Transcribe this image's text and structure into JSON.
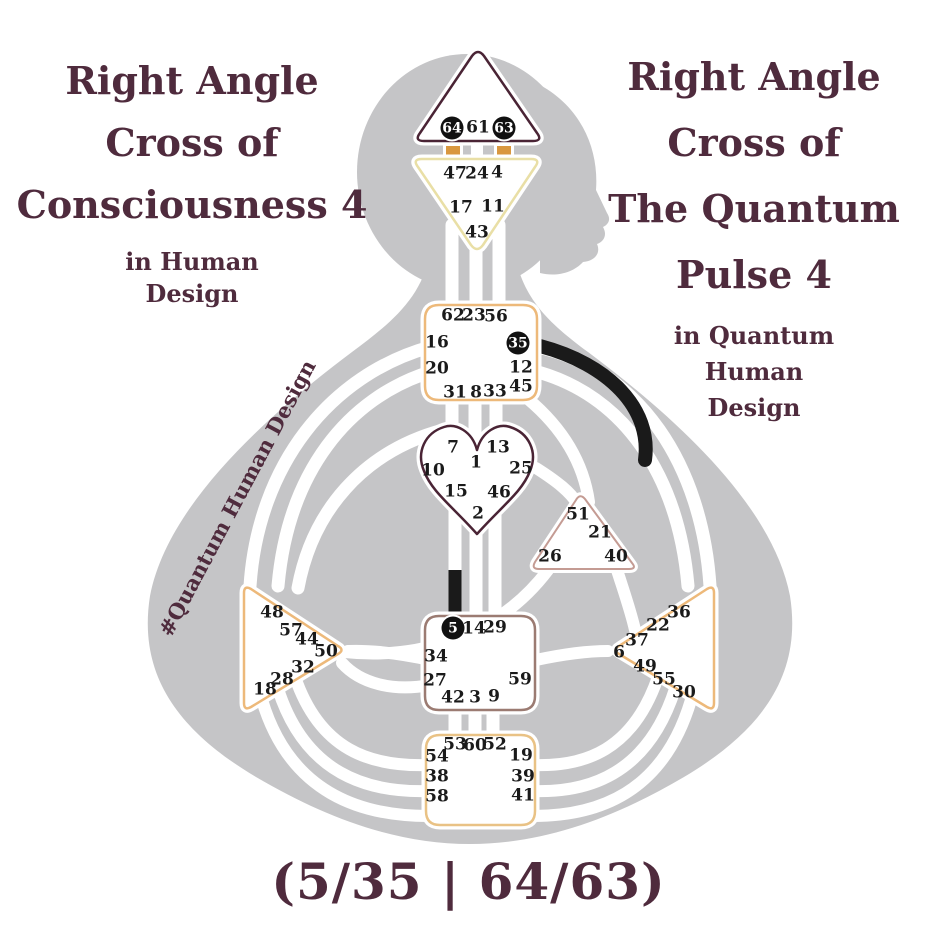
{
  "titles": {
    "left": {
      "main": [
        "Right Angle",
        "Cross of",
        "Consciousness 4"
      ],
      "sub": [
        "in Human",
        "Design"
      ]
    },
    "right": {
      "main": [
        "Right Angle",
        "Cross of",
        "The Quantum",
        "Pulse 4"
      ],
      "sub": [
        "in Quantum",
        "Human",
        "Design"
      ]
    }
  },
  "watermark": "#Quantum Human Design",
  "cross_notation": "(5/35 | 64/63)",
  "colors": {
    "title_text": "#4f2b3d",
    "body_silhouette_gray": "#c5c5c7",
    "channel_white": "#ffffff",
    "activation_black": "#1a1a1a",
    "design_gate_orange": "#d9973f",
    "head_border": "#4a2435",
    "ajna_border": "#e9dfa6",
    "throat_border": "#edb97a",
    "g_center_border": "#4a2435",
    "will_border": "#c49b93",
    "spleen_border": "#edb97a",
    "solar_plexus_border": "#edb97a",
    "sacral_border": "#9b7b72",
    "root_border": "#e9c285",
    "gate_text": "#1a1a1a",
    "gate_circle_fill": "#111111",
    "gate_circle_text": "#ffffff"
  },
  "activations": {
    "circled_gates": [
      "64",
      "63",
      "35",
      "5"
    ],
    "black_channel_segments": [
      "35 toward 36",
      "5 toward 15"
    ],
    "orange_design_gate_markers": [
      "64",
      "63"
    ]
  },
  "centers": [
    {
      "id": "head",
      "name": "Head Center",
      "gates": [
        {
          "n": "64",
          "circled": true
        },
        {
          "n": "61"
        },
        {
          "n": "63",
          "circled": true
        }
      ]
    },
    {
      "id": "ajna",
      "name": "Ajna Center",
      "gates": [
        {
          "n": "47"
        },
        {
          "n": "24"
        },
        {
          "n": "4"
        },
        {
          "n": "17"
        },
        {
          "n": "11"
        },
        {
          "n": "43"
        }
      ]
    },
    {
      "id": "throat",
      "name": "Throat Center",
      "gates": [
        {
          "n": "62"
        },
        {
          "n": "23"
        },
        {
          "n": "56"
        },
        {
          "n": "16"
        },
        {
          "n": "35",
          "circled": true
        },
        {
          "n": "20"
        },
        {
          "n": "12"
        },
        {
          "n": "31"
        },
        {
          "n": "8"
        },
        {
          "n": "33"
        },
        {
          "n": "45"
        }
      ]
    },
    {
      "id": "g",
      "name": "G Center",
      "gates": [
        {
          "n": "7"
        },
        {
          "n": "13"
        },
        {
          "n": "1"
        },
        {
          "n": "10"
        },
        {
          "n": "25"
        },
        {
          "n": "15"
        },
        {
          "n": "46"
        },
        {
          "n": "2"
        }
      ]
    },
    {
      "id": "will",
      "name": "Will Center",
      "gates": [
        {
          "n": "51"
        },
        {
          "n": "21"
        },
        {
          "n": "26"
        },
        {
          "n": "40"
        }
      ]
    },
    {
      "id": "spleen",
      "name": "Spleen Center",
      "gates": [
        {
          "n": "48"
        },
        {
          "n": "57"
        },
        {
          "n": "44"
        },
        {
          "n": "50"
        },
        {
          "n": "32"
        },
        {
          "n": "28"
        },
        {
          "n": "18"
        }
      ]
    },
    {
      "id": "solar-plexus",
      "name": "Solar Plexus Center",
      "gates": [
        {
          "n": "36"
        },
        {
          "n": "22"
        },
        {
          "n": "37"
        },
        {
          "n": "6"
        },
        {
          "n": "49"
        },
        {
          "n": "55"
        },
        {
          "n": "30"
        }
      ]
    },
    {
      "id": "sacral",
      "name": "Sacral Center",
      "gates": [
        {
          "n": "5",
          "circled": true
        },
        {
          "n": "14"
        },
        {
          "n": "29"
        },
        {
          "n": "34"
        },
        {
          "n": "27"
        },
        {
          "n": "59"
        },
        {
          "n": "42"
        },
        {
          "n": "3"
        },
        {
          "n": "9"
        }
      ]
    },
    {
      "id": "root",
      "name": "Root Center",
      "gates": [
        {
          "n": "53"
        },
        {
          "n": "60"
        },
        {
          "n": "52"
        },
        {
          "n": "54"
        },
        {
          "n": "19"
        },
        {
          "n": "38"
        },
        {
          "n": "39"
        },
        {
          "n": "58"
        },
        {
          "n": "41"
        }
      ]
    }
  ]
}
